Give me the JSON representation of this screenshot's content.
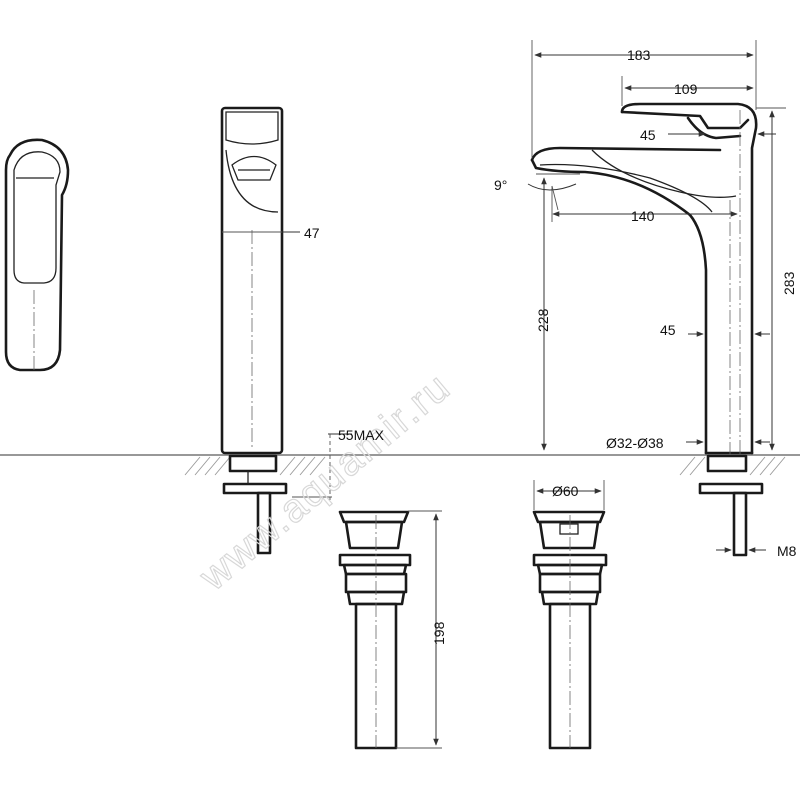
{
  "watermark": "www.aquamir.ru",
  "dimensions": {
    "width_total": "183",
    "handle_width": "109",
    "handle_depth": "45",
    "spout_angle": "9°",
    "spout_reach": "140",
    "spout_height": "228",
    "total_height": "283",
    "body_diameter": "45",
    "hole_range": "Ø32-Ø38",
    "body_width_front": "47",
    "countertop_max": "55MAX",
    "drain_diameter": "Ø60",
    "drain_length": "198",
    "thread": "M8"
  }
}
